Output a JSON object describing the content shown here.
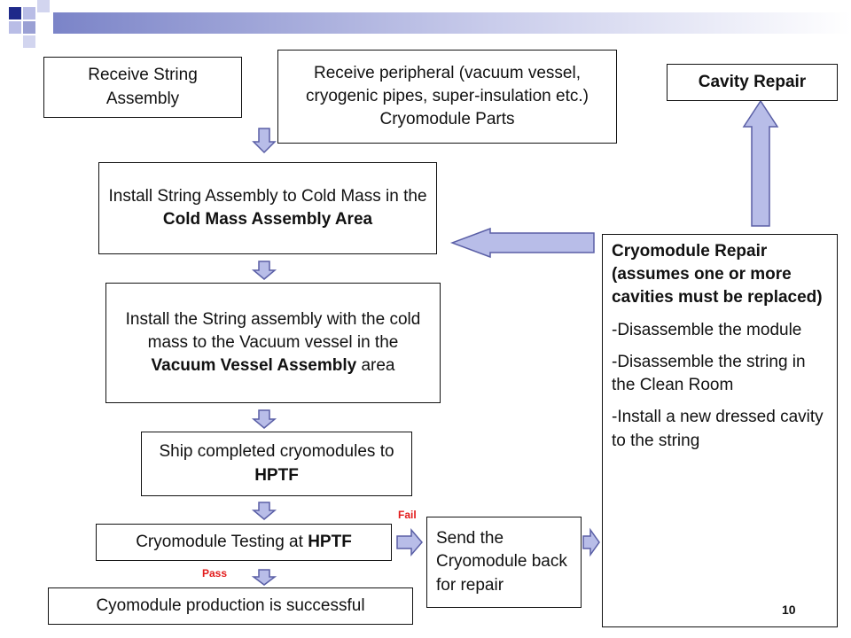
{
  "decor": {
    "squares_color": "#9aa0d4",
    "bar_start": "#7b84c8",
    "bar_end": "#ffffff"
  },
  "boxes": {
    "receive_string": "Receive String Assembly",
    "receive_peripheral": "Receive peripheral (vacuum vessel, cryogenic pipes, super-insulation etc.) Cryomodule Parts",
    "cavity_repair": "Cavity Repair",
    "install_cold_mass": {
      "pre": "Install String Assembly to Cold Mass in the ",
      "bold": "Cold Mass Assembly Area",
      "post": ""
    },
    "install_vacuum": {
      "pre": "Install the String assembly with the cold mass to the Vacuum vessel in the ",
      "bold": "Vacuum Vessel Assembly",
      "post": " area"
    },
    "ship": {
      "pre": "Ship completed cryomodules to ",
      "bold": "HPTF",
      "post": ""
    },
    "testing": {
      "pre": "Cryomodule Testing at ",
      "bold": "HPTF",
      "post": ""
    },
    "success": "Cyomodule production is successful",
    "send_back": "Send the Cryomodule back for repair",
    "repair": {
      "heading": "Cryomodule Repair (assumes one or more cavities must be replaced)",
      "steps": [
        "-Disassemble the module",
        "-Disassemble the string in the Clean Room",
        "-Install a new dressed cavity to the string"
      ]
    }
  },
  "labels": {
    "fail": "Fail",
    "pass": "Pass"
  },
  "arrow_color": "#b8bde8",
  "arrow_stroke": "#5a5fa6",
  "page_number": "10"
}
